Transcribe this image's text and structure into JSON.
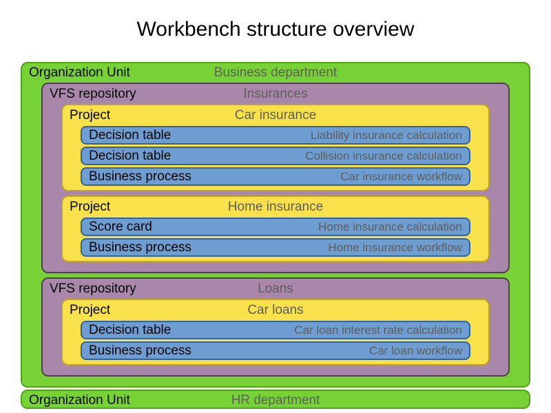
{
  "title": "Workbench structure overview",
  "colors": {
    "org_unit_fill": "#76d235",
    "org_unit_border": "#4fa31c",
    "repository_fill": "#a987aa",
    "repository_border": "#504050",
    "project_fill": "#f8e14b",
    "project_border": "#bfa133",
    "asset_fill": "#6d9dd1",
    "asset_border": "#33619c",
    "primary_text": "#000000",
    "secondary_text": "#5e5e5e"
  },
  "org_units": [
    {
      "label": "Organization Unit",
      "name": "Business department",
      "repositories": [
        {
          "label": "VFS repository",
          "name": "Insurances",
          "projects": [
            {
              "label": "Project",
              "name": "Car insurance",
              "assets": [
                {
                  "label": "Decision table",
                  "name": "Liability insurance calculation"
                },
                {
                  "label": "Decision table",
                  "name": "Collision insurance calculation"
                },
                {
                  "label": "Business process",
                  "name": "Car insurance workflow"
                }
              ]
            },
            {
              "label": "Project",
              "name": "Home insurance",
              "assets": [
                {
                  "label": "Score card",
                  "name": "Home insurance calculation"
                },
                {
                  "label": "Business process",
                  "name": "Home insurance workflow"
                }
              ]
            }
          ]
        },
        {
          "label": "VFS repository",
          "name": "Loans",
          "projects": [
            {
              "label": "Project",
              "name": "Car loans",
              "assets": [
                {
                  "label": "Decision table",
                  "name": "Car loan interest rate calculation"
                },
                {
                  "label": "Business process",
                  "name": "Car loan workflow"
                }
              ]
            }
          ]
        }
      ]
    },
    {
      "label": "Organization Unit",
      "name": "HR department",
      "repositories": []
    }
  ]
}
